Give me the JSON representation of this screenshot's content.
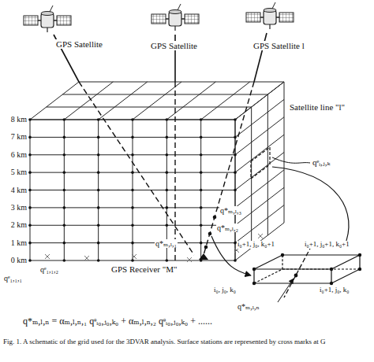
{
  "diagram": {
    "caption": "Fig. 1. A schematic of the grid used for the 3DVAR analysis. Surface stations are represented by cross marks at G",
    "labels": [
      "GPS Satellite",
      "GPS Satellite",
      "GPS Satellite l",
      "8 km",
      "7 km",
      "6 km",
      "5 km",
      "4 km",
      "3 km",
      "2 km",
      "1 km",
      "0 km",
      "Satellite line \"l\"",
      "qᵉᵢ,ⱼ,ₖ",
      "q*ₘ,ₗ,₃",
      "q*ₘ,ₗ,₂",
      "q*ₘ,ₗ,₁",
      "GPS Receiver \"M\"",
      "qᵉ₁,₁,₁",
      "qᵉ₁,₁,₂",
      "i₀+1, j₀, k₀+1",
      "i₀+1, j₀+1, k₀+1",
      "i₀, j₀, k₀",
      "i₀+1, j₀, k₀",
      "q*ₘ,ₗ,ₙ",
      "q*ₘ,ₗ,ₙ = αₘ,ₗ,ₙ,₁ qᵉᵢ₀,ⱼ₀,ₖ₀ + αₘ,ₗ,ₙ,₂ qᵉᵢ₀,ⱼ₀,ₖ₀ + ......"
    ]
  }
}
